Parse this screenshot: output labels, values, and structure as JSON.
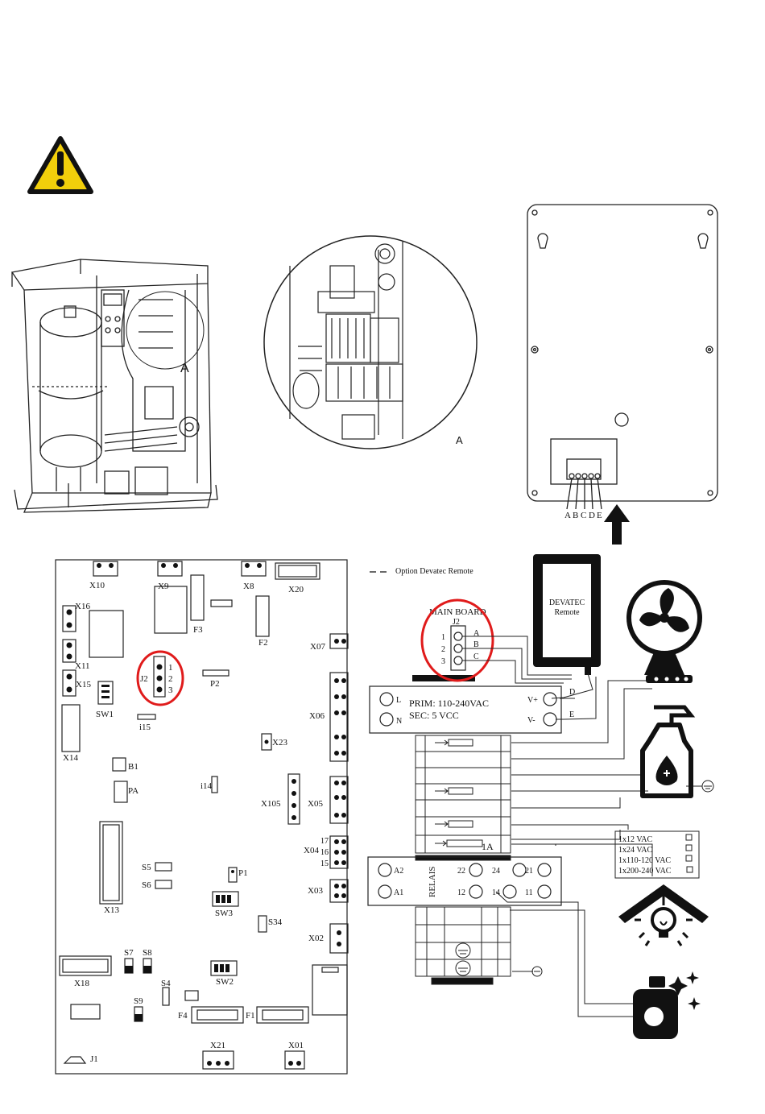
{
  "colors": {
    "line": "#1a1a1a",
    "warning_yellow": "#f2cf0b",
    "highlight_red": "#e01b1b",
    "fill_black": "#111111"
  },
  "illustration": {
    "detail_label": "A",
    "zoom_label": "A"
  },
  "remote_panel": {
    "terminals": [
      {
        "label": "A"
      },
      {
        "label": "B"
      },
      {
        "label": "C"
      },
      {
        "label": "D"
      },
      {
        "label": "E"
      }
    ]
  },
  "board": {
    "connectors": [
      {
        "label": "X10"
      },
      {
        "label": "X9"
      },
      {
        "label": "X8"
      },
      {
        "label": "X20"
      },
      {
        "label": "X16"
      },
      {
        "label": "X11"
      },
      {
        "label": "X15"
      },
      {
        "label": "SW1"
      },
      {
        "label": "X14"
      },
      {
        "label": "F3"
      },
      {
        "label": "F2"
      },
      {
        "label": "X07"
      },
      {
        "label": "P2"
      },
      {
        "label": "i15"
      },
      {
        "label": "X06"
      },
      {
        "label": "X23"
      },
      {
        "label": "B1"
      },
      {
        "label": "PA"
      },
      {
        "label": "i14"
      },
      {
        "label": "X105"
      },
      {
        "label": "X05"
      },
      {
        "label": "X04"
      },
      {
        "label": "X13"
      },
      {
        "label": "S5"
      },
      {
        "label": "S6"
      },
      {
        "label": "P1"
      },
      {
        "label": "X03"
      },
      {
        "label": "SW3"
      },
      {
        "label": "S34"
      },
      {
        "label": "X02"
      },
      {
        "label": "S7"
      },
      {
        "label": "S8"
      },
      {
        "label": "X18"
      },
      {
        "label": "S4"
      },
      {
        "label": "SW2"
      },
      {
        "label": "S9"
      },
      {
        "label": "F4"
      },
      {
        "label": "F1"
      },
      {
        "label": "X21"
      },
      {
        "label": "X01"
      },
      {
        "label": "J1"
      }
    ],
    "j2_label": "J2",
    "j2_pins": [
      "1",
      "2",
      "3"
    ],
    "x04_pins": [
      "17",
      "16",
      "15"
    ]
  },
  "wiring": {
    "legend": "Option Devatec Remote",
    "main_board_title": "MAIN BOARD",
    "main_board_j2": "J2",
    "main_board_pins": [
      "1",
      "2",
      "3"
    ],
    "main_board_letters": [
      "A",
      "B",
      "C"
    ],
    "remote_box_line1": "DEVATEC",
    "remote_box_line2": "Remote",
    "psu": {
      "l": "L",
      "n": "N",
      "prim": "PRIM: 110-240VAC",
      "sec": "SEC: 5 VCC",
      "vplus": "V+",
      "vminus": "V-",
      "d": "D",
      "e": "E"
    },
    "fuse_label": "1A",
    "relais": {
      "title": "RELAIS",
      "a2": "A2",
      "a1": "A1",
      "top": [
        "22",
        "24",
        "21"
      ],
      "bottom": [
        "12",
        "14",
        "11"
      ]
    },
    "voltage_options": [
      "1x12 VAC",
      "1x24 VAC",
      "1x110-120 VAC",
      "1x200-240 VAC"
    ]
  }
}
